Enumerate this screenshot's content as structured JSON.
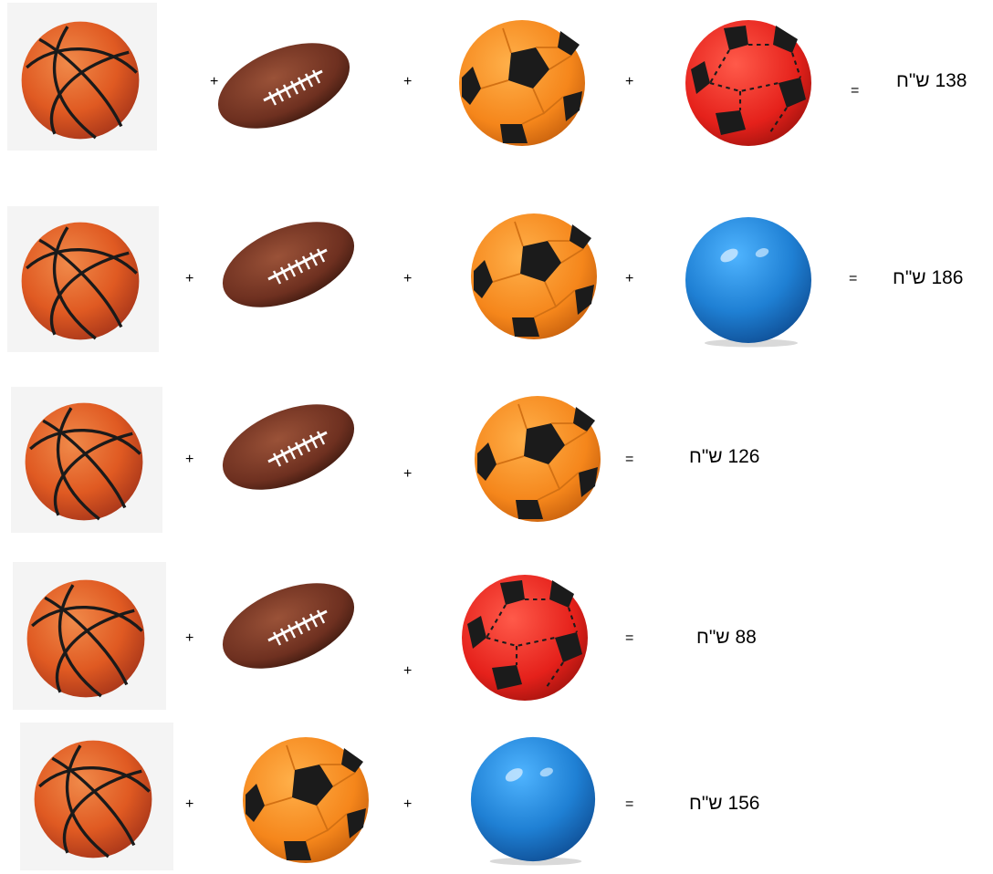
{
  "symbols": {
    "plus": "+",
    "equals": "="
  },
  "balls": {
    "basketball": "basketball-icon",
    "football": "american-football-icon",
    "soccer_orange": "orange-soccer-ball-icon",
    "soccer_red": "red-soccer-ball-icon",
    "blue_ball": "blue-ball-icon"
  },
  "colors": {
    "basketball": "#e5662a",
    "football": "#7a3a26",
    "soccer_orange": "#f58c1e",
    "soccer_red": "#e8221c",
    "blue_ball": "#1f7fd1"
  },
  "equations": [
    {
      "items": [
        "basketball",
        "football",
        "soccer_orange",
        "soccer_red"
      ],
      "price": "138 ש\"ח"
    },
    {
      "items": [
        "basketball",
        "football",
        "soccer_orange",
        "blue_ball"
      ],
      "price": "186 ש\"ח"
    },
    {
      "items": [
        "basketball",
        "football",
        "soccer_orange"
      ],
      "price": "126 ש\"ח"
    },
    {
      "items": [
        "basketball",
        "football",
        "soccer_red"
      ],
      "price": "88 ש\"ח"
    },
    {
      "items": [
        "basketball",
        "soccer_orange",
        "blue_ball"
      ],
      "price": "156 ש\"ח"
    }
  ]
}
